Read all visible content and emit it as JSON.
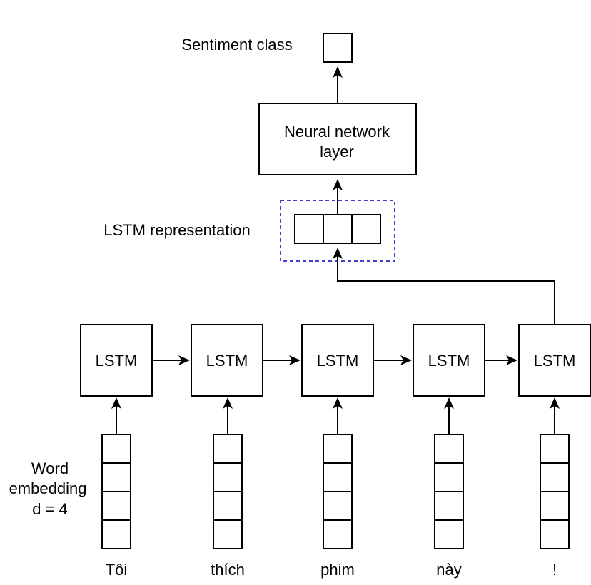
{
  "labels": {
    "sentiment_class": "Sentiment class",
    "neural_line1": "Neural network",
    "neural_line2": "layer",
    "lstm_representation": "LSTM representation",
    "word_line1": "Word",
    "word_line2": "embedding",
    "word_line3": "d = 4"
  },
  "lstm_label": "LSTM",
  "words": [
    "Tôi",
    "thích",
    "phim",
    "này",
    "!"
  ],
  "colors": {
    "stroke": "#000000",
    "dashed_highlight": "#0000cc"
  }
}
